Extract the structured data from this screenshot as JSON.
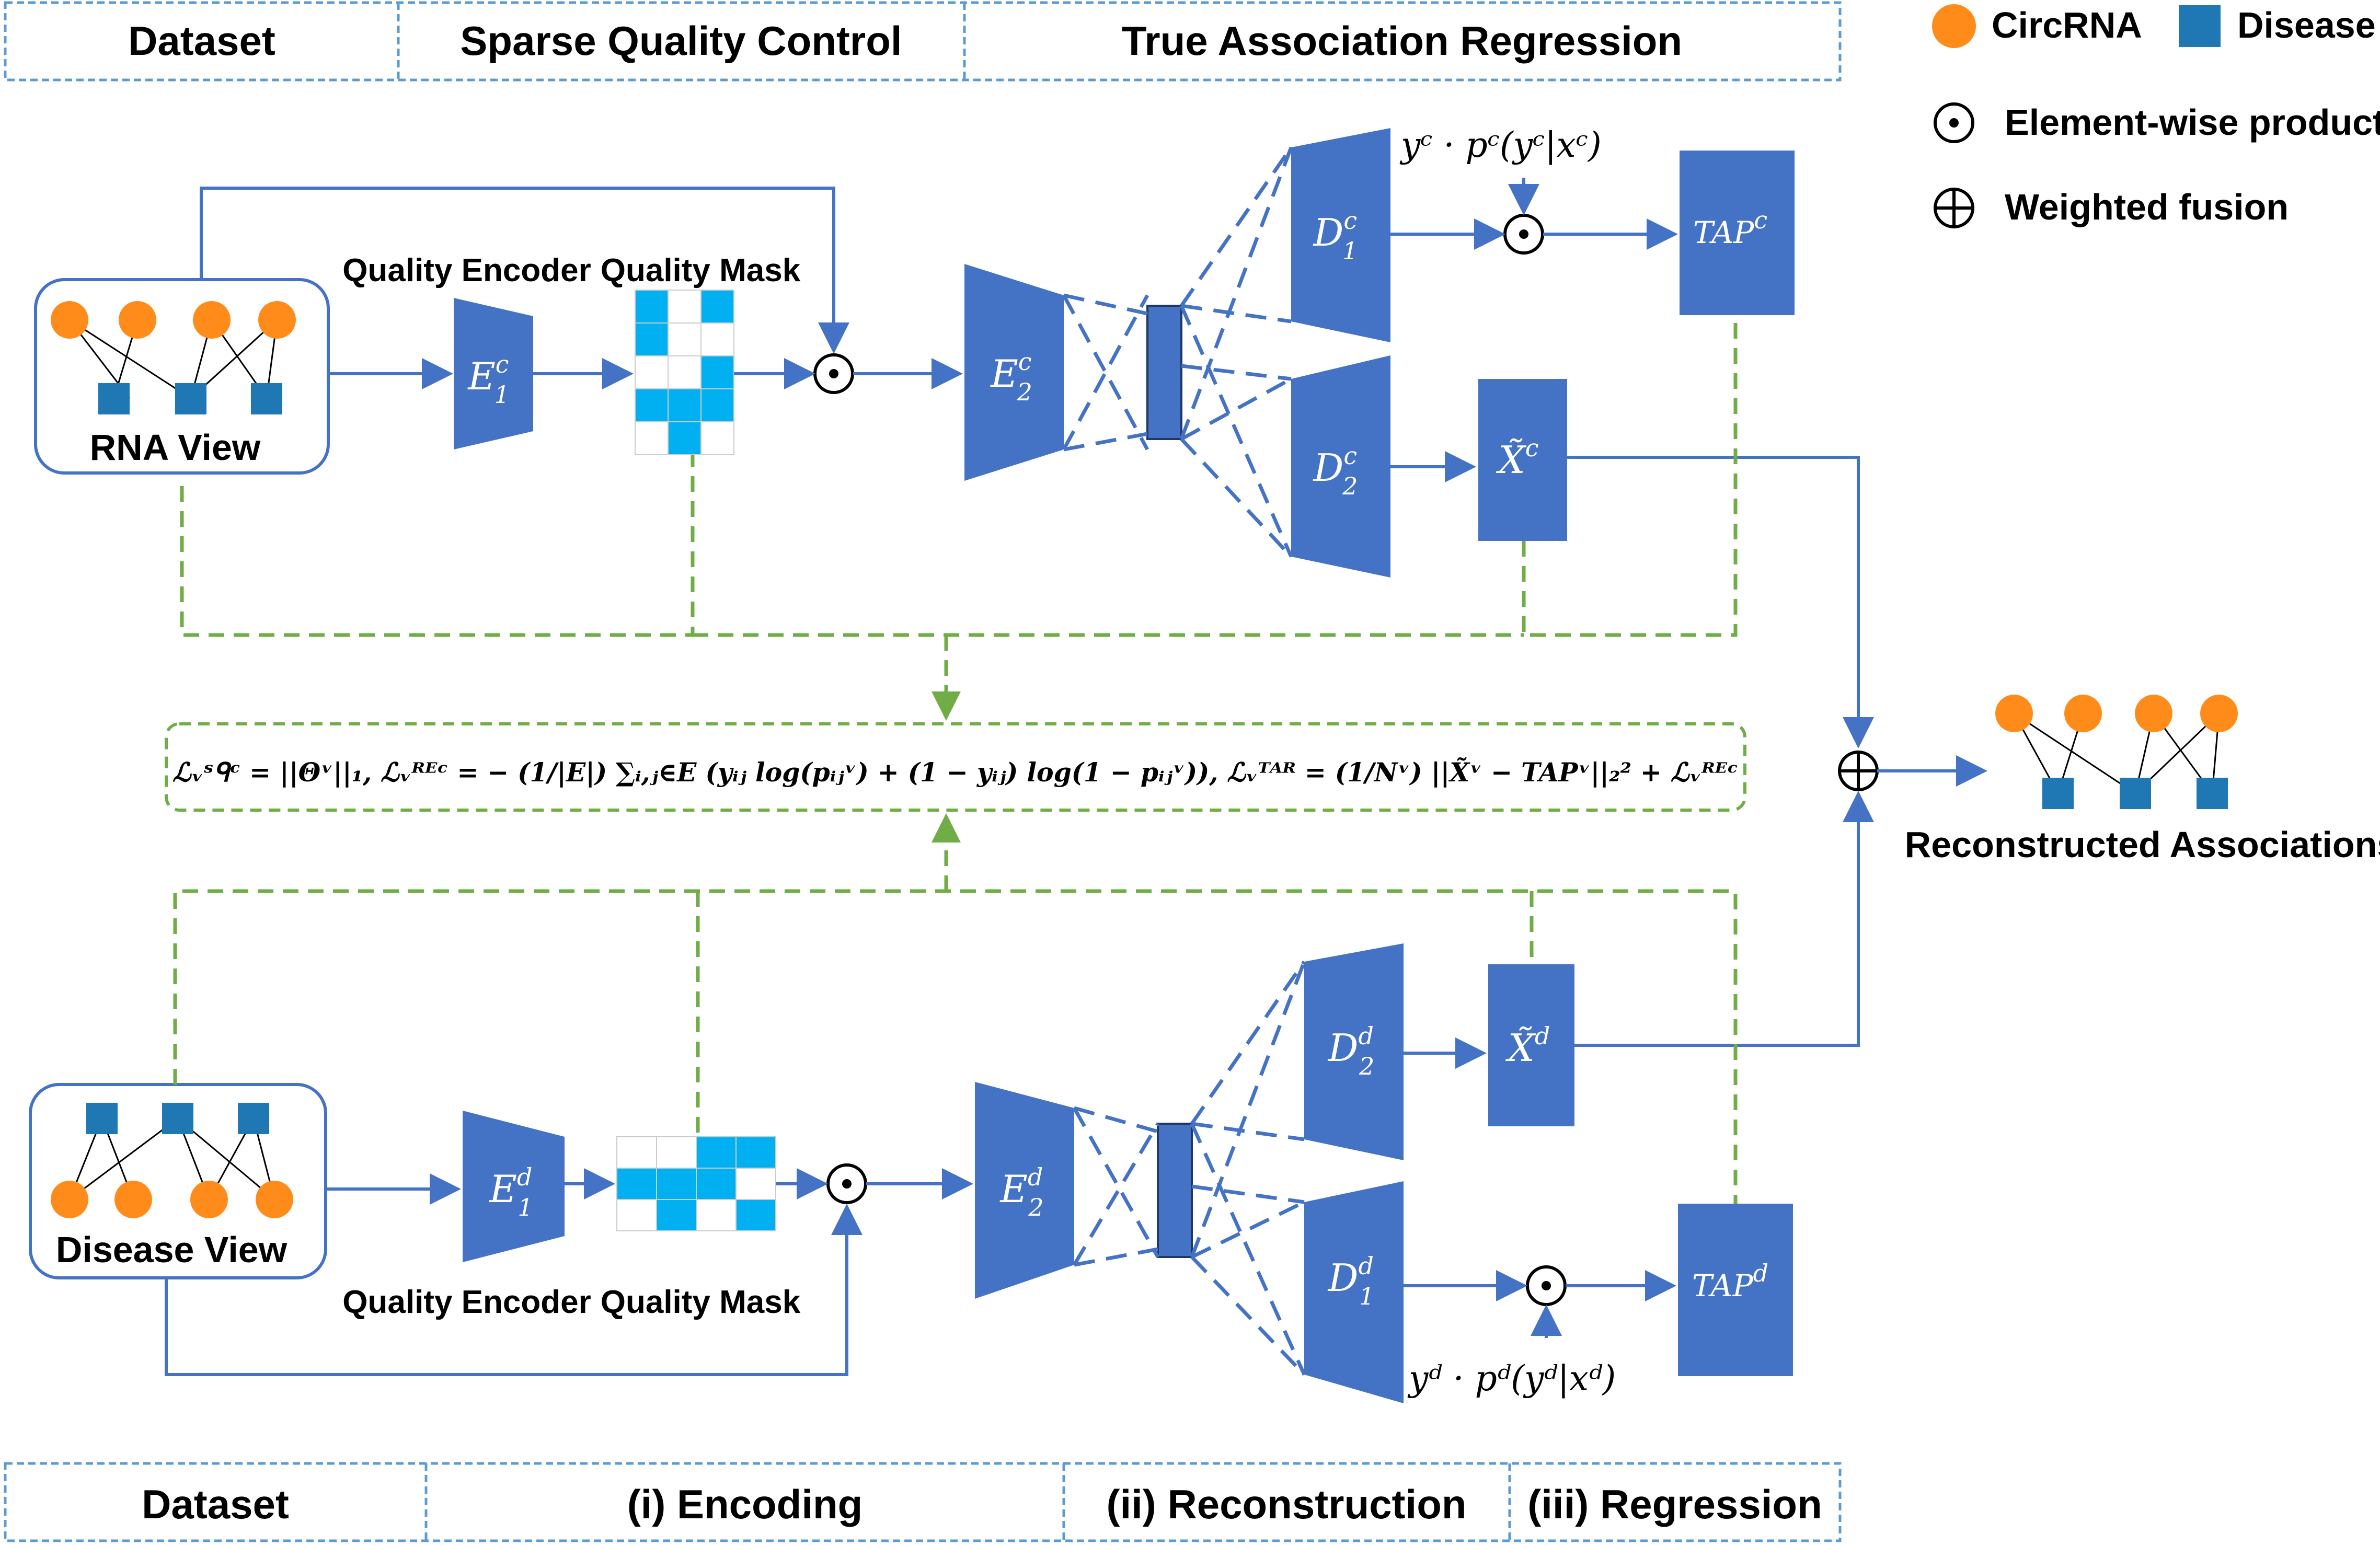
{
  "header_top": [
    "Dataset",
    "Sparse Quality Control",
    "True Association Regression"
  ],
  "header_bottom": [
    "Dataset",
    "(i) Encoding",
    "(ii) Reconstruction",
    "(iii) Regression"
  ],
  "legend": {
    "circrna": "CircRNA",
    "disease": "Disease",
    "elementwise": "Element-wise product",
    "weighted": "Weighted fusion"
  },
  "top": {
    "view_label": "RNA View",
    "quality_encoder": "Quality Encoder",
    "quality_mask": "Quality Mask",
    "e1": "E",
    "e1_sup": "c",
    "e1_sub": "1",
    "e2": "E",
    "e2_sup": "c",
    "e2_sub": "2",
    "d1": "D",
    "d1_sup": "c",
    "d1_sub": "1",
    "d2": "D",
    "d2_sup": "c",
    "d2_sub": "2",
    "xt": "X̃",
    "xt_sup": "c",
    "tap": "TAP",
    "tap_sup": "c",
    "prob": "yᶜ · pᶜ(yᶜ|xᶜ)"
  },
  "bottom": {
    "view_label": "Disease View",
    "quality_encoder": "Quality Encoder",
    "quality_mask": "Quality Mask",
    "e1": "E",
    "e1_sup": "d",
    "e1_sub": "1",
    "e2": "E",
    "e2_sup": "d",
    "e2_sub": "2",
    "d1": "D",
    "d1_sup": "d",
    "d1_sub": "1",
    "d2": "D",
    "d2_sup": "d",
    "d2_sub": "2",
    "xt": "X̃",
    "xt_sup": "d",
    "tap": "TAP",
    "tap_sup": "d",
    "prob": "yᵈ · pᵈ(yᵈ|xᵈ)"
  },
  "loss": "ℒᵥˢᑫᶜ = ||Θᵛ||₁, ℒᵥᴿᴱᶜ = − (1/|E|) ∑ᵢ,ⱼ∈E (yᵢⱼ log(pᵢⱼᵛ) + (1 − yᵢⱼ) log(1 − pᵢⱼᵛ)), ℒᵥᵀᴬᴿ = (1/Nᵛ) ||X̃ᵛ − TAPᵛ||₂² + ℒᵥᴿᴱᶜ",
  "output_label": "Reconstructed Associations",
  "colors": {
    "block": "#4472C4",
    "circ": "#FF8C1A",
    "dis": "#1F77B4",
    "mask": "#00B0F0",
    "green": "#70AD47"
  }
}
